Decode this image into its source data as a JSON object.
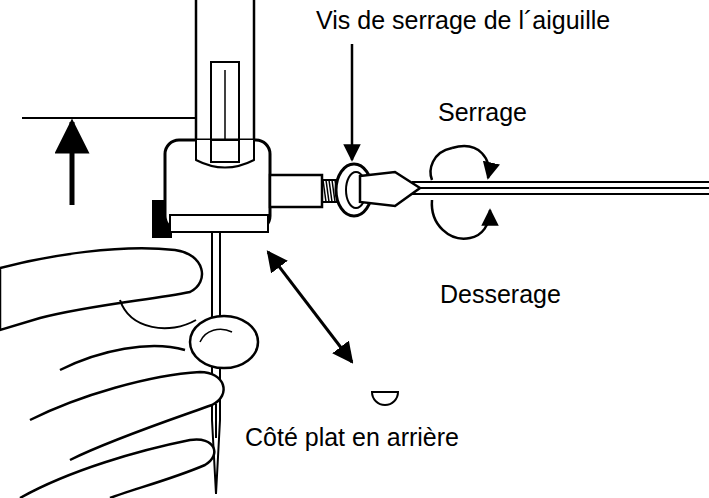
{
  "diagram": {
    "labels": [
      "Vis de serrage de l´aiguille",
      "Serrage",
      "Desserage",
      "Côté plat en arrière"
    ]
  }
}
